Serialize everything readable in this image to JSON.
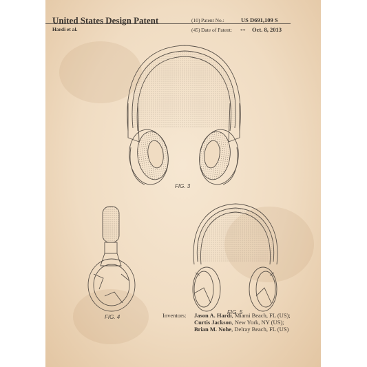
{
  "header": {
    "title": "United States Design Patent",
    "assignee_line": "Hardi et al.",
    "patent_no_tag": "(10)",
    "patent_no_label": "Patent No.:",
    "patent_no_value": "US D691,109 S",
    "date_tag": "(45)",
    "date_label": "Date of Patent:",
    "date_marker": "**",
    "date_value": "Oct. 8, 2013"
  },
  "figures": {
    "fig3_label": "FIG. 3",
    "fig4_label": "FIG. 4",
    "fig5_label": "FIG. 5"
  },
  "inventors": {
    "label": "Inventors:",
    "list": [
      {
        "name": "Jason A. Hardi",
        "location": ", Miami Beach, FL (US);"
      },
      {
        "name": "Curtis Jackson",
        "location": ", New York, NY (US);"
      },
      {
        "name": "Brian M. Nohe",
        "location": ", Delray Beach, FL (US)"
      }
    ]
  },
  "colors": {
    "paper": "#f0dcc2",
    "ink": "#5a524a"
  }
}
